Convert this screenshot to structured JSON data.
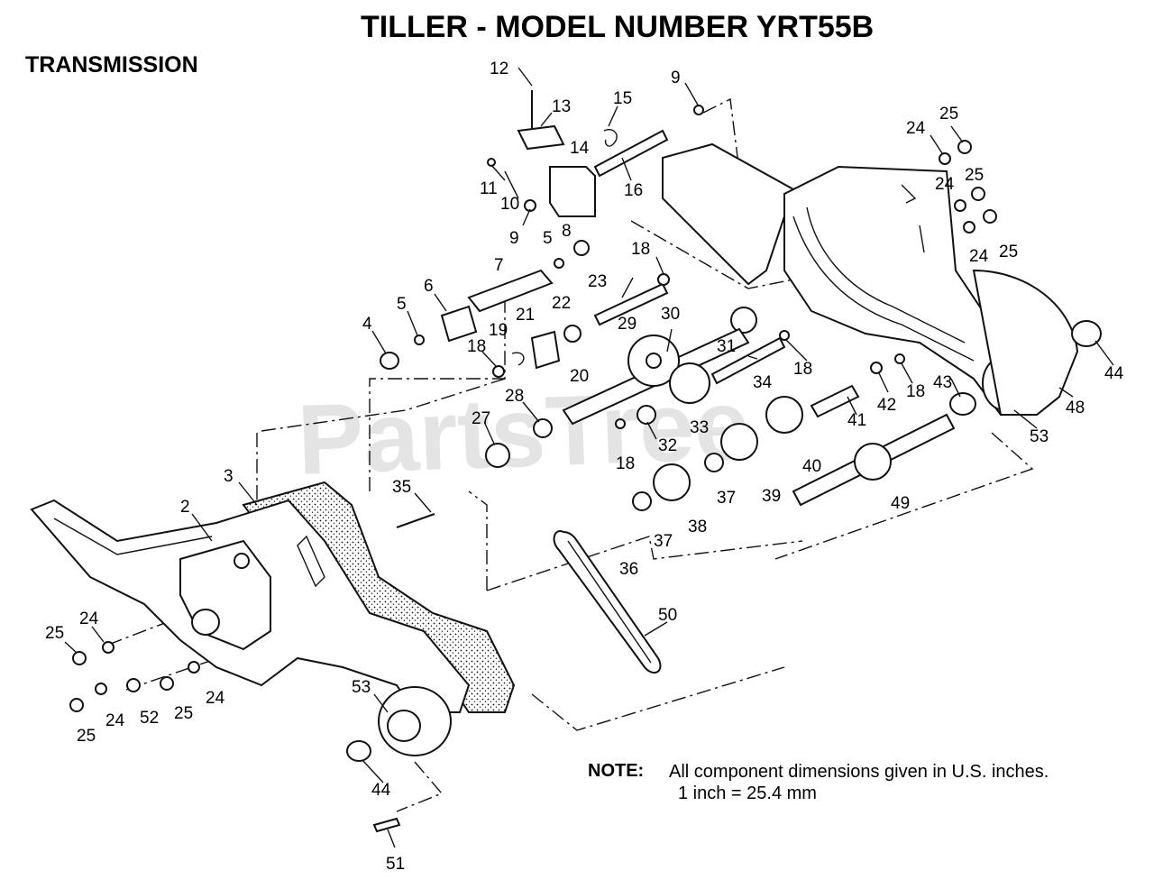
{
  "title": "TILLER - MODEL NUMBER YRT55B",
  "section": "TRANSMISSION",
  "watermark": "PartsTree",
  "note": {
    "label": "NOTE:",
    "line1": "All component dimensions given in U.S. inches.",
    "line2": "1 inch = 25.4 mm"
  },
  "callouts": {
    "c1": "12",
    "c2": "13",
    "c3": "15",
    "c4": "9",
    "c5": "14",
    "c6": "11",
    "c7": "10",
    "c8": "16",
    "c9": "9",
    "c10": "5",
    "c11": "8",
    "c12": "18",
    "c13": "7",
    "c14": "23",
    "c15": "6",
    "c16": "5",
    "c17": "4",
    "c18": "21",
    "c19": "22",
    "c20": "19",
    "c21": "18",
    "c22": "20",
    "c23": "29",
    "c24": "30",
    "c25": "31",
    "c26": "34",
    "c27": "18",
    "c28": "28",
    "c29": "27",
    "c30": "32",
    "c31": "18",
    "c32": "33",
    "c33": "24",
    "c34": "25",
    "c35": "24",
    "c36": "25",
    "c37": "24",
    "c38": "25",
    "c39": "43",
    "c40": "42",
    "c41": "18",
    "c42": "41",
    "c43": "44",
    "c44": "48",
    "c45": "53",
    "c46": "40",
    "c47": "39",
    "c48": "49",
    "c49": "37",
    "c50": "38",
    "c51": "37",
    "c52": "36",
    "c53": "3",
    "c54": "2",
    "c55": "35",
    "c56": "50",
    "c57": "25",
    "c58": "24",
    "c59": "25",
    "c60": "24",
    "c61": "52",
    "c62": "25",
    "c63": "24",
    "c64": "53",
    "c65": "44",
    "c66": "51"
  }
}
